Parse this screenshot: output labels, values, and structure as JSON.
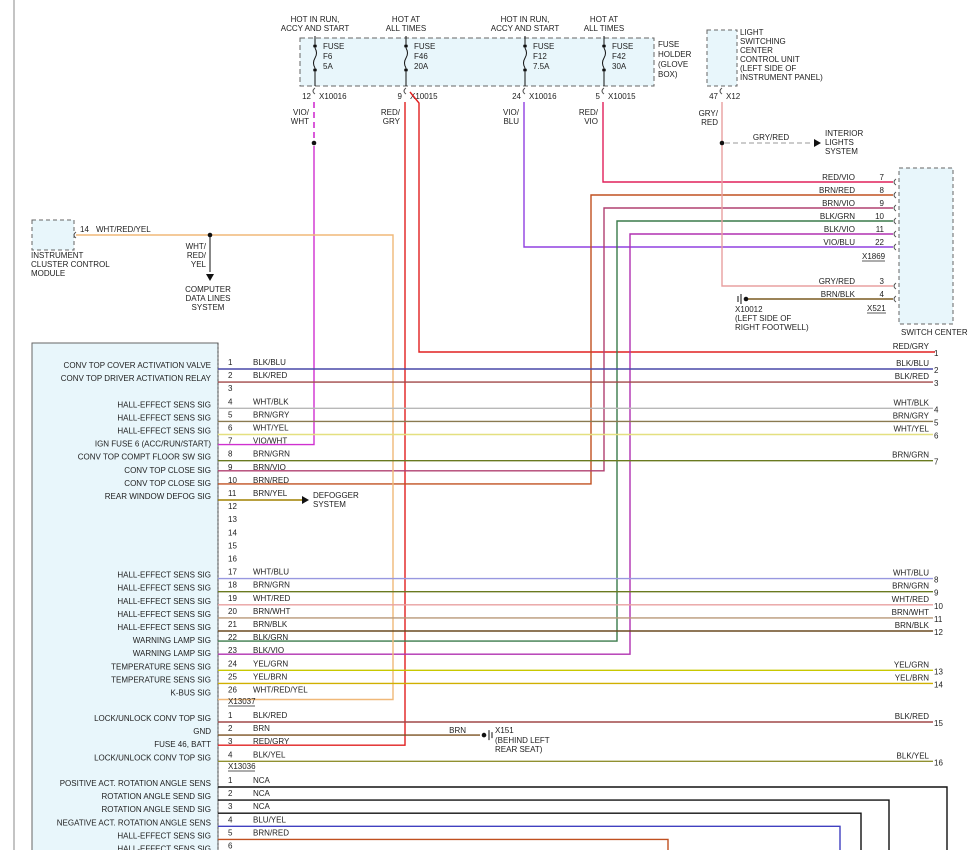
{
  "fuses": [
    {
      "supply": [
        "HOT IN RUN,",
        "ACCY AND START"
      ],
      "name": [
        "FUSE",
        "F6",
        "5A"
      ],
      "pin": "12",
      "connector": "X10016",
      "wire": [
        "VIO/",
        "WHT"
      ],
      "color": "#d030d0",
      "dashed": true
    },
    {
      "supply": [
        "HOT AT",
        "ALL TIMES"
      ],
      "name": [
        "FUSE",
        "F46",
        "20A"
      ],
      "pin": "9",
      "connector": "X10015",
      "wire": [
        "RED/",
        "GRY"
      ],
      "color": "#e02020",
      "dashed": false
    },
    {
      "supply": [
        "HOT IN RUN,",
        "ACCY AND START"
      ],
      "name": [
        "FUSE",
        "F12",
        "7.5A"
      ],
      "pin": "24",
      "connector": "X10016",
      "wire": [
        "VIO/",
        "BLU"
      ],
      "color": "#9040e0",
      "dashed": false
    },
    {
      "supply": [
        "HOT AT",
        "ALL TIMES"
      ],
      "name": [
        "FUSE",
        "F42",
        "30A"
      ],
      "pin": "5",
      "connector": "X10015",
      "wire": [
        "RED/",
        "VIO"
      ],
      "color": "#e0205a",
      "dashed": false
    }
  ],
  "fuse_holder": [
    "FUSE",
    "HOLDER",
    "(GLOVE",
    "BOX)"
  ],
  "lscu": {
    "label": [
      "LIGHT",
      "SWITCHING",
      "CENTER",
      "CONTROL UNIT",
      "(LEFT SIDE OF",
      "INSTRUMENT PANEL)"
    ],
    "pin": "47",
    "connector": "X12",
    "wire": [
      "GRY/",
      "RED"
    ],
    "branch_wire": "GRY/RED",
    "dest": [
      "INTERIOR",
      "LIGHTS",
      "SYSTEM"
    ]
  },
  "icm": {
    "label": [
      "INSTRUMENT",
      "CLUSTER CONTROL",
      "MODULE"
    ],
    "pin": "14",
    "wire": "WHT/RED/YEL",
    "branch_wire": [
      "WHT/",
      "RED/",
      "YEL"
    ],
    "dest": [
      "COMPUTER",
      "DATA LINES",
      "SYSTEM"
    ]
  },
  "switch_center": {
    "label": "SWITCH CENTER",
    "pins_upper": [
      {
        "wire": "RED/VIO",
        "pin": "7"
      },
      {
        "wire": "BRN/RED",
        "pin": "8"
      },
      {
        "wire": "BRN/VIO",
        "pin": "9"
      },
      {
        "wire": "BLK/GRN",
        "pin": "10"
      },
      {
        "wire": "BLK/VIO",
        "pin": "11"
      },
      {
        "wire": "VIO/BLU",
        "pin": "22"
      }
    ],
    "connector_upper": "X1869",
    "pins_lower": [
      {
        "wire": "GRY/RED",
        "pin": "3"
      },
      {
        "wire": "BRN/BLK",
        "pin": "4"
      }
    ],
    "connector_lower": "X521"
  },
  "ground_x10012": {
    "name": "X10012",
    "location": [
      "(LEFT SIDE OF",
      "RIGHT FOOTWELL)"
    ]
  },
  "ground_x151": {
    "name": "X151",
    "wire": "BRN",
    "location": [
      "(BEHIND LEFT",
      "REAR SEAT)"
    ]
  },
  "module_rows": [
    {
      "label": "CONV TOP COVER ACTIVATION VALVE",
      "pin": "1",
      "wire": "BLK/BLU",
      "color": "#4848a8",
      "far_wire": "BLK/BLU",
      "far_pin": "2"
    },
    {
      "label": "CONV TOP DRIVER ACTIVATION RELAY",
      "pin": "2",
      "wire": "BLK/RED",
      "color": "#a04848",
      "far_wire": "BLK/RED",
      "far_pin": "3"
    },
    {
      "label": "",
      "pin": "3",
      "wire": "",
      "color": "",
      "far_wire": "",
      "far_pin": ""
    },
    {
      "label": "HALL-EFFECT SENS SIG",
      "pin": "4",
      "wire": "WHT/BLK",
      "color": "#b8b8b8",
      "far_wire": "WHT/BLK",
      "far_pin": "4"
    },
    {
      "label": "HALL-EFFECT SENS SIG",
      "pin": "5",
      "wire": "BRN/GRY",
      "color": "#8a7a50",
      "far_wire": "BRN/GRY",
      "far_pin": "5"
    },
    {
      "label": "HALL-EFFECT SENS SIG",
      "pin": "6",
      "wire": "WHT/YEL",
      "color": "#e4e080",
      "far_wire": "WHT/YEL",
      "far_pin": "6"
    },
    {
      "label": "IGN FUSE 6 (ACC/RUN/START)",
      "pin": "7",
      "wire": "VIO/WHT",
      "color": "#d030d0",
      "far_wire": "",
      "far_pin": ""
    },
    {
      "label": "CONV TOP COMPT FLOOR SW SIG",
      "pin": "8",
      "wire": "BRN/GRN",
      "color": "#6a7a20",
      "far_wire": "BRN/GRN",
      "far_pin": "7"
    },
    {
      "label": "CONV TOP CLOSE SIG",
      "pin": "9",
      "wire": "BRN/VIO",
      "color": "#b04070",
      "far_wire": "",
      "far_pin": ""
    },
    {
      "label": "CONV TOP CLOSE SIG",
      "pin": "10",
      "wire": "BRN/RED",
      "color": "#c05020",
      "far_wire": "",
      "far_pin": ""
    },
    {
      "label": "REAR WINDOW DEFOG SIG",
      "pin": "11",
      "wire": "BRN/YEL",
      "color": "#a08000",
      "far_wire": "",
      "far_pin": ""
    },
    {
      "label": "",
      "pin": "12",
      "wire": "",
      "color": "",
      "far_wire": "",
      "far_pin": ""
    },
    {
      "label": "",
      "pin": "13",
      "wire": "",
      "color": "",
      "far_wire": "",
      "far_pin": ""
    },
    {
      "label": "",
      "pin": "14",
      "wire": "",
      "color": "",
      "far_wire": "",
      "far_pin": ""
    },
    {
      "label": "",
      "pin": "15",
      "wire": "",
      "color": "",
      "far_wire": "",
      "far_pin": ""
    },
    {
      "label": "",
      "pin": "16",
      "wire": "",
      "color": "",
      "far_wire": "",
      "far_pin": ""
    },
    {
      "label": "HALL-EFFECT SENS SIG",
      "pin": "17",
      "wire": "WHT/BLU",
      "color": "#9898e0",
      "far_wire": "WHT/BLU",
      "far_pin": "8"
    },
    {
      "label": "HALL-EFFECT SENS SIG",
      "pin": "18",
      "wire": "BRN/GRN",
      "color": "#6a7a20",
      "far_wire": "BRN/GRN",
      "far_pin": "9"
    },
    {
      "label": "HALL-EFFECT SENS SIG",
      "pin": "19",
      "wire": "WHT/RED",
      "color": "#e8a0a0",
      "far_wire": "WHT/RED",
      "far_pin": "10"
    },
    {
      "label": "HALL-EFFECT SENS SIG",
      "pin": "20",
      "wire": "BRN/WHT",
      "color": "#b89878",
      "far_wire": "BRN/WHT",
      "far_pin": "11"
    },
    {
      "label": "HALL-EFFECT SENS SIG",
      "pin": "21",
      "wire": "BRN/BLK",
      "color": "#6a4a20",
      "far_wire": "BRN/BLK",
      "far_pin": "12"
    },
    {
      "label": "WARNING LAMP SIG",
      "pin": "22",
      "wire": "BLK/GRN",
      "color": "#3a7a4a",
      "far_wire": "",
      "far_pin": ""
    },
    {
      "label": "WARNING LAMP SIG",
      "pin": "23",
      "wire": "BLK/VIO",
      "color": "#b030b0",
      "far_wire": "",
      "far_pin": ""
    },
    {
      "label": "TEMPERATURE SENS SIG",
      "pin": "24",
      "wire": "YEL/GRN",
      "color": "#c8c800",
      "far_wire": "YEL/GRN",
      "far_pin": "13"
    },
    {
      "label": "TEMPERATURE SENS SIG",
      "pin": "25",
      "wire": "YEL/BRN",
      "color": "#d0b000",
      "far_wire": "YEL/BRN",
      "far_pin": "14"
    },
    {
      "label": "K-BUS SIG",
      "pin": "26",
      "wire": "WHT/RED/YEL",
      "color": "#f0b878",
      "far_wire": "",
      "far_pin": ""
    }
  ],
  "connector_x13037": "X13037",
  "module_rows2": [
    {
      "label": "LOCK/UNLOCK CONV TOP SIG",
      "pin": "1",
      "wire": "BLK/RED",
      "color": "#a04848",
      "far_wire": "BLK/RED",
      "far_pin": "15"
    },
    {
      "label": "GND",
      "pin": "2",
      "wire": "BRN",
      "color": "#7a5020",
      "far_wire": "",
      "far_pin": ""
    },
    {
      "label": "FUSE 46, BATT",
      "pin": "3",
      "wire": "RED/GRY",
      "color": "#e02020",
      "far_wire": "",
      "far_pin": ""
    },
    {
      "label": "LOCK/UNLOCK CONV TOP SIG",
      "pin": "4",
      "wire": "BLK/YEL",
      "color": "#909030",
      "far_wire": "BLK/YEL",
      "far_pin": "16"
    }
  ],
  "connector_x13036": "X13036",
  "module_rows3": [
    {
      "label": "POSITIVE ACT. ROTATION ANGLE SENS",
      "pin": "1",
      "wire": "NCA",
      "color": "#111111"
    },
    {
      "label": "ROTATION ANGLE SEND SIG",
      "pin": "2",
      "wire": "NCA",
      "color": "#111111"
    },
    {
      "label": "ROTATION ANGLE SEND SIG",
      "pin": "3",
      "wire": "NCA",
      "color": "#111111"
    },
    {
      "label": "NEGATIVE ACT. ROTATION ANGLE SENS",
      "pin": "4",
      "wire": "BLU/YEL",
      "color": "#4040c0"
    },
    {
      "label": "HALL-EFFECT SENS SIG",
      "pin": "5",
      "wire": "BRN/RED",
      "color": "#c05020"
    },
    {
      "label": "HALL-EFFECT SENS SIG",
      "pin": "6",
      "wire": "",
      "color": ""
    }
  ],
  "top_right_red_gry": {
    "wire": "RED/GRY",
    "pin": "1"
  },
  "defogger_dest": [
    "DEFOGGER",
    "SYSTEM"
  ]
}
